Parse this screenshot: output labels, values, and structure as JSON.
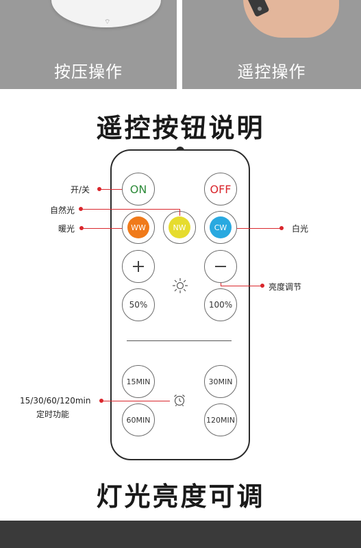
{
  "top_panels": {
    "left_label": "按压操作",
    "right_label": "遥控操作"
  },
  "heading_top": "遥控按钮说明",
  "heading_bottom": "灯光亮度可调",
  "remote": {
    "on_label": "ON",
    "off_label": "OFF",
    "ww_label": "WW",
    "nw_label": "NW",
    "cw_label": "CW",
    "b50_label": "50%",
    "b100_label": "100%",
    "m15_label": "15MIN",
    "m30_label": "30MIN",
    "m60_label": "60MIN",
    "m120_label": "120MIN"
  },
  "callouts": {
    "power": "开/关",
    "natural": "自然光",
    "warm": "暖光",
    "white": "白光",
    "brightness": "亮度调节",
    "timer_line1": "15/30/60/120min",
    "timer_line2": "定时功能"
  },
  "colors": {
    "on": "#2e8b3a",
    "off": "#d9262c",
    "ww": "#f07a1a",
    "nw": "#e6dc2e",
    "cw": "#29a9e0",
    "leader": "#d9262c"
  },
  "icons": {
    "plus": "plus-icon",
    "minus": "minus-icon",
    "sun": "sun-icon",
    "clock": "alarm-clock-icon"
  }
}
